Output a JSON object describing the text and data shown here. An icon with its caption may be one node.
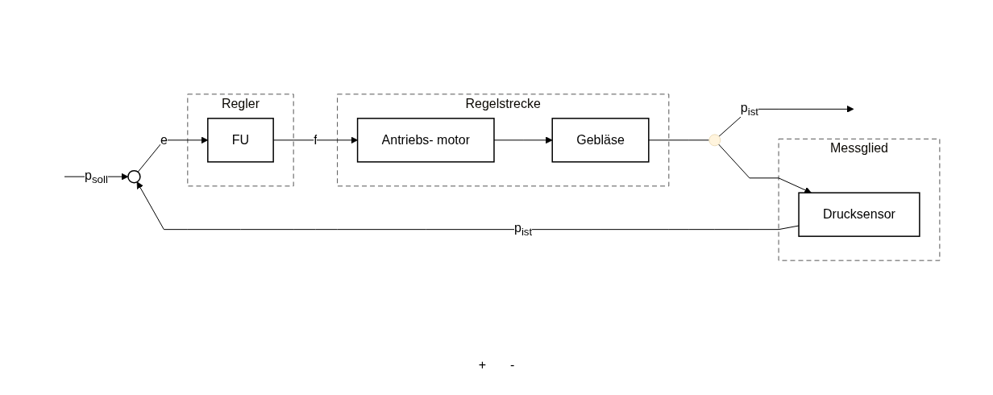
{
  "diagram": {
    "nodes": [
      {
        "text": [
          "Regler"
        ]
      },
      {
        "text": [
          "FU"
        ],
        "in": 0
      },
      {
        "text": [
          "Regelstrecke"
        ]
      },
      {
        "text": [
          "Antriebs- motor"
        ],
        "in": 2
      },
      {
        "text": [
          "Gebläse"
        ],
        "in": 2
      },
      {
        "text": [
          "Messglied"
        ]
      },
      {
        "text": [
          "Drucksensor"
        ],
        "in": 5
      },
      {
        "text": [],
        "shape": "circle"
      },
      {
        "text": [],
        "shape": "circle"
      }
    ],
    "edges": [
      {
        "from": null,
        "to": 7,
        "arrow": "to",
        "label": "p$_{soll}$"
      },
      {
        "from": 7,
        "to": 1,
        "arrow": "to",
        "label": "e"
      },
      {
        "from": 1,
        "to": 3,
        "arrow": "to",
        "label": "f"
      },
      {
        "from": 3,
        "to": 4,
        "arrow": "to"
      },
      {
        "from": 4,
        "to": 8,
        "arrow": "none"
      },
      {
        "from": 8,
        "to": null,
        "arrow": "to",
        "label": "p$_{ist}$"
      },
      {
        "from": 8,
        "to": 6,
        "arrow": "to"
      },
      {
        "from": 6,
        "to": 7,
        "arrow": "to",
        "label": "p$_{ist}$"
      }
    ],
    "labels": [
      "+",
      "-"
    ]
  }
}
